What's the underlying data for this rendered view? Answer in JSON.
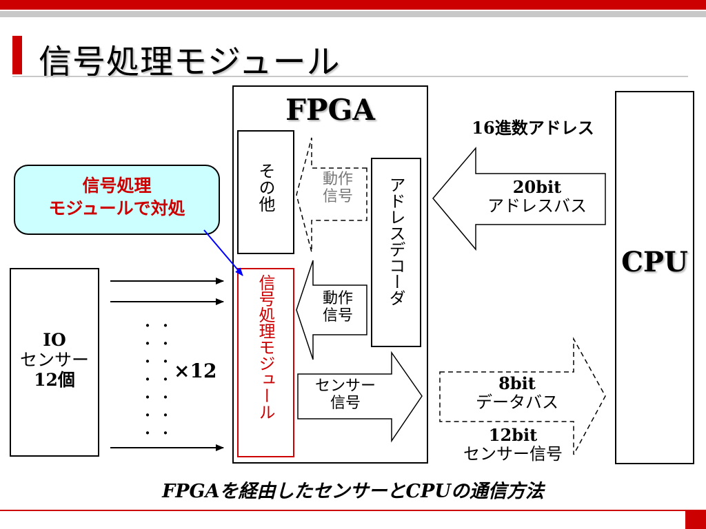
{
  "slide": {
    "title": "信号処理モジュール",
    "caption": "FPGAを経由したセンサーとCPUの通信方法"
  },
  "colors": {
    "accent_red": "#cc0000",
    "callout_fill": "#ccffff",
    "callout_pointer": "#0000ff",
    "gray_text": "#777777"
  },
  "diagram": {
    "fpga_label": "FPGA",
    "cpu_label": "CPU",
    "other_block": "その他",
    "signal_module_block": "信号処理モジュール",
    "address_decoder_block": "アドレスデコーダ",
    "sensor_block": [
      "IO",
      "センサー",
      "12個"
    ],
    "callout": [
      "信号処理",
      "モジュールで対処"
    ],
    "operation_signal_gray": [
      "動作",
      "信号"
    ],
    "operation_signal": [
      "動作",
      "信号"
    ],
    "sensor_signal": [
      "センサー",
      "信号"
    ],
    "hex_address": "16進数アドレス",
    "address_bus": [
      "20bit",
      "アドレスバス"
    ],
    "data_bus": [
      "8bit",
      "データバス"
    ],
    "sensor_signal_12bit": [
      "12bit",
      "センサー信号"
    ],
    "multiplier": "×12",
    "ellipsis_dots": [
      "・",
      "・",
      "・",
      "・",
      "・",
      "・",
      "・"
    ]
  }
}
